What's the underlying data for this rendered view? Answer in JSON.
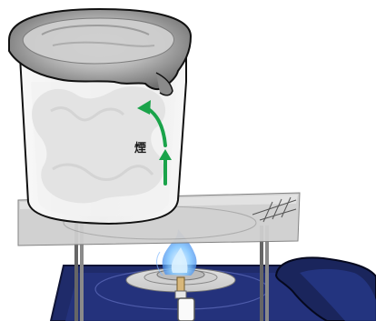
{
  "labels": {
    "smoke": "煙"
  },
  "colors": {
    "background": "#ffffff",
    "arrow": "#1aa34a",
    "beaker_outline": "#1a1a1a",
    "beaker_glass": "#f2f2f2",
    "smoke": "#e9e9e9",
    "cloth": "#9a9a9a",
    "stand_plate": "#d8d8d8",
    "base": "#1d2a6b",
    "flame": "#5aa8ff"
  },
  "icons": {
    "arrow": "curved-up-arrow",
    "burner": "alcohol-burner",
    "gauze": "wire-gauze"
  }
}
